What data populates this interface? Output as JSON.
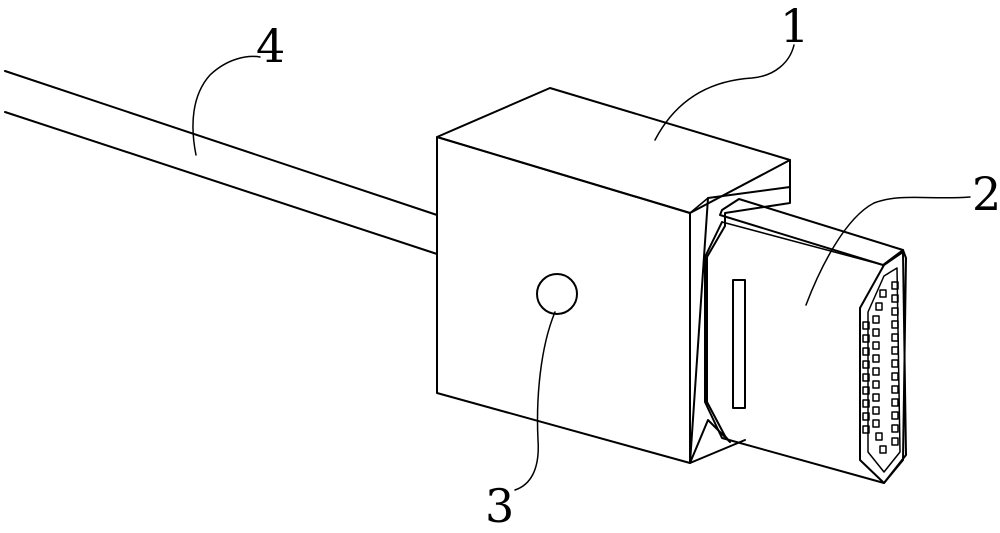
{
  "labels": {
    "housing": "1",
    "plug": "2",
    "button": "3",
    "cable": "4"
  },
  "colors": {
    "line": "#000000",
    "background": "#ffffff"
  }
}
